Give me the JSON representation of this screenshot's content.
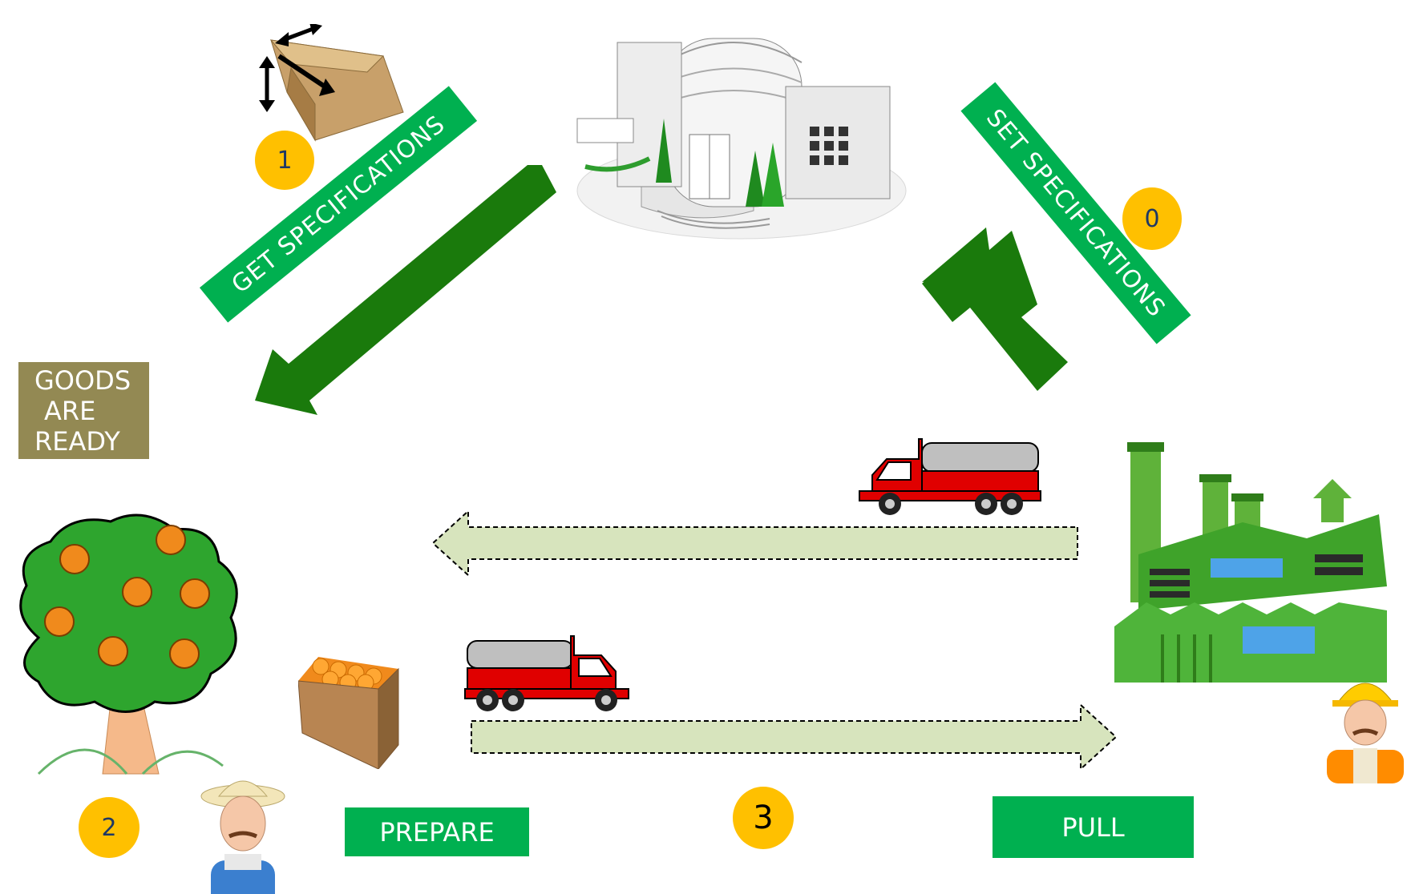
{
  "labels": {
    "get_specifications": "GET SPECIFICATIONS",
    "set_specifications": "SET SPECIFICATIONS",
    "goods_line1": "GOODS",
    "goods_line2": "ARE",
    "goods_line3": "READY",
    "prepare": "PREPARE",
    "pull": "PULL"
  },
  "badges": {
    "zero": "0",
    "one": "1",
    "two": "2",
    "three": "3"
  },
  "colors": {
    "band_green": "#00b050",
    "arrow_dark_green": "#1a7a0c",
    "flow_arrow_fill": "#d7e4bd",
    "badge_yellow": "#ffc000",
    "goods_box": "#938953",
    "truck_red": "#e00000"
  }
}
